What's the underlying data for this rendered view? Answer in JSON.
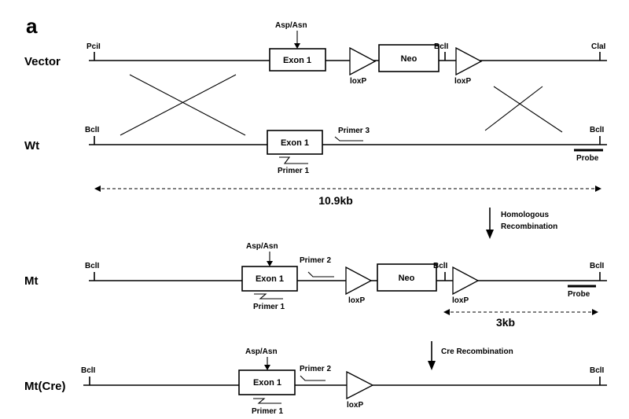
{
  "panel_label": "a",
  "rows": {
    "vector": {
      "label": "Vector",
      "left_site": "PciI",
      "right_site": "ClaI",
      "mid_site": "BclI",
      "exon": "Exon 1",
      "neo": "Neo",
      "mutation": "Asp/Asn",
      "loxp": "loxP"
    },
    "wt": {
      "label": "Wt",
      "left_site": "BclI",
      "right_site": "BclI",
      "exon": "Exon 1",
      "primer_fwd": "Primer 1",
      "primer_rev": "Primer 3",
      "probe": "Probe",
      "distance": "10.9kb"
    },
    "mt": {
      "label": "Mt",
      "left_site": "BclI",
      "right_site": "BclI",
      "mid_site": "BclI",
      "exon": "Exon 1",
      "neo": "Neo",
      "mutation": "Asp/Asn",
      "primer_fwd": "Primer 1",
      "primer_rev": "Primer 2",
      "loxp": "loxP",
      "probe": "Probe",
      "distance": "3kb"
    },
    "mt_cre": {
      "label": "Mt(Cre)",
      "left_site": "BclI",
      "right_site": "BclI",
      "exon": "Exon 1",
      "mutation": "Asp/Asn",
      "primer_fwd": "Primer 1",
      "primer_rev": "Primer 2",
      "loxp": "loxP"
    }
  },
  "steps": {
    "homologous": [
      "Homologous",
      "Recombination"
    ],
    "cre": "Cre Recombination"
  }
}
